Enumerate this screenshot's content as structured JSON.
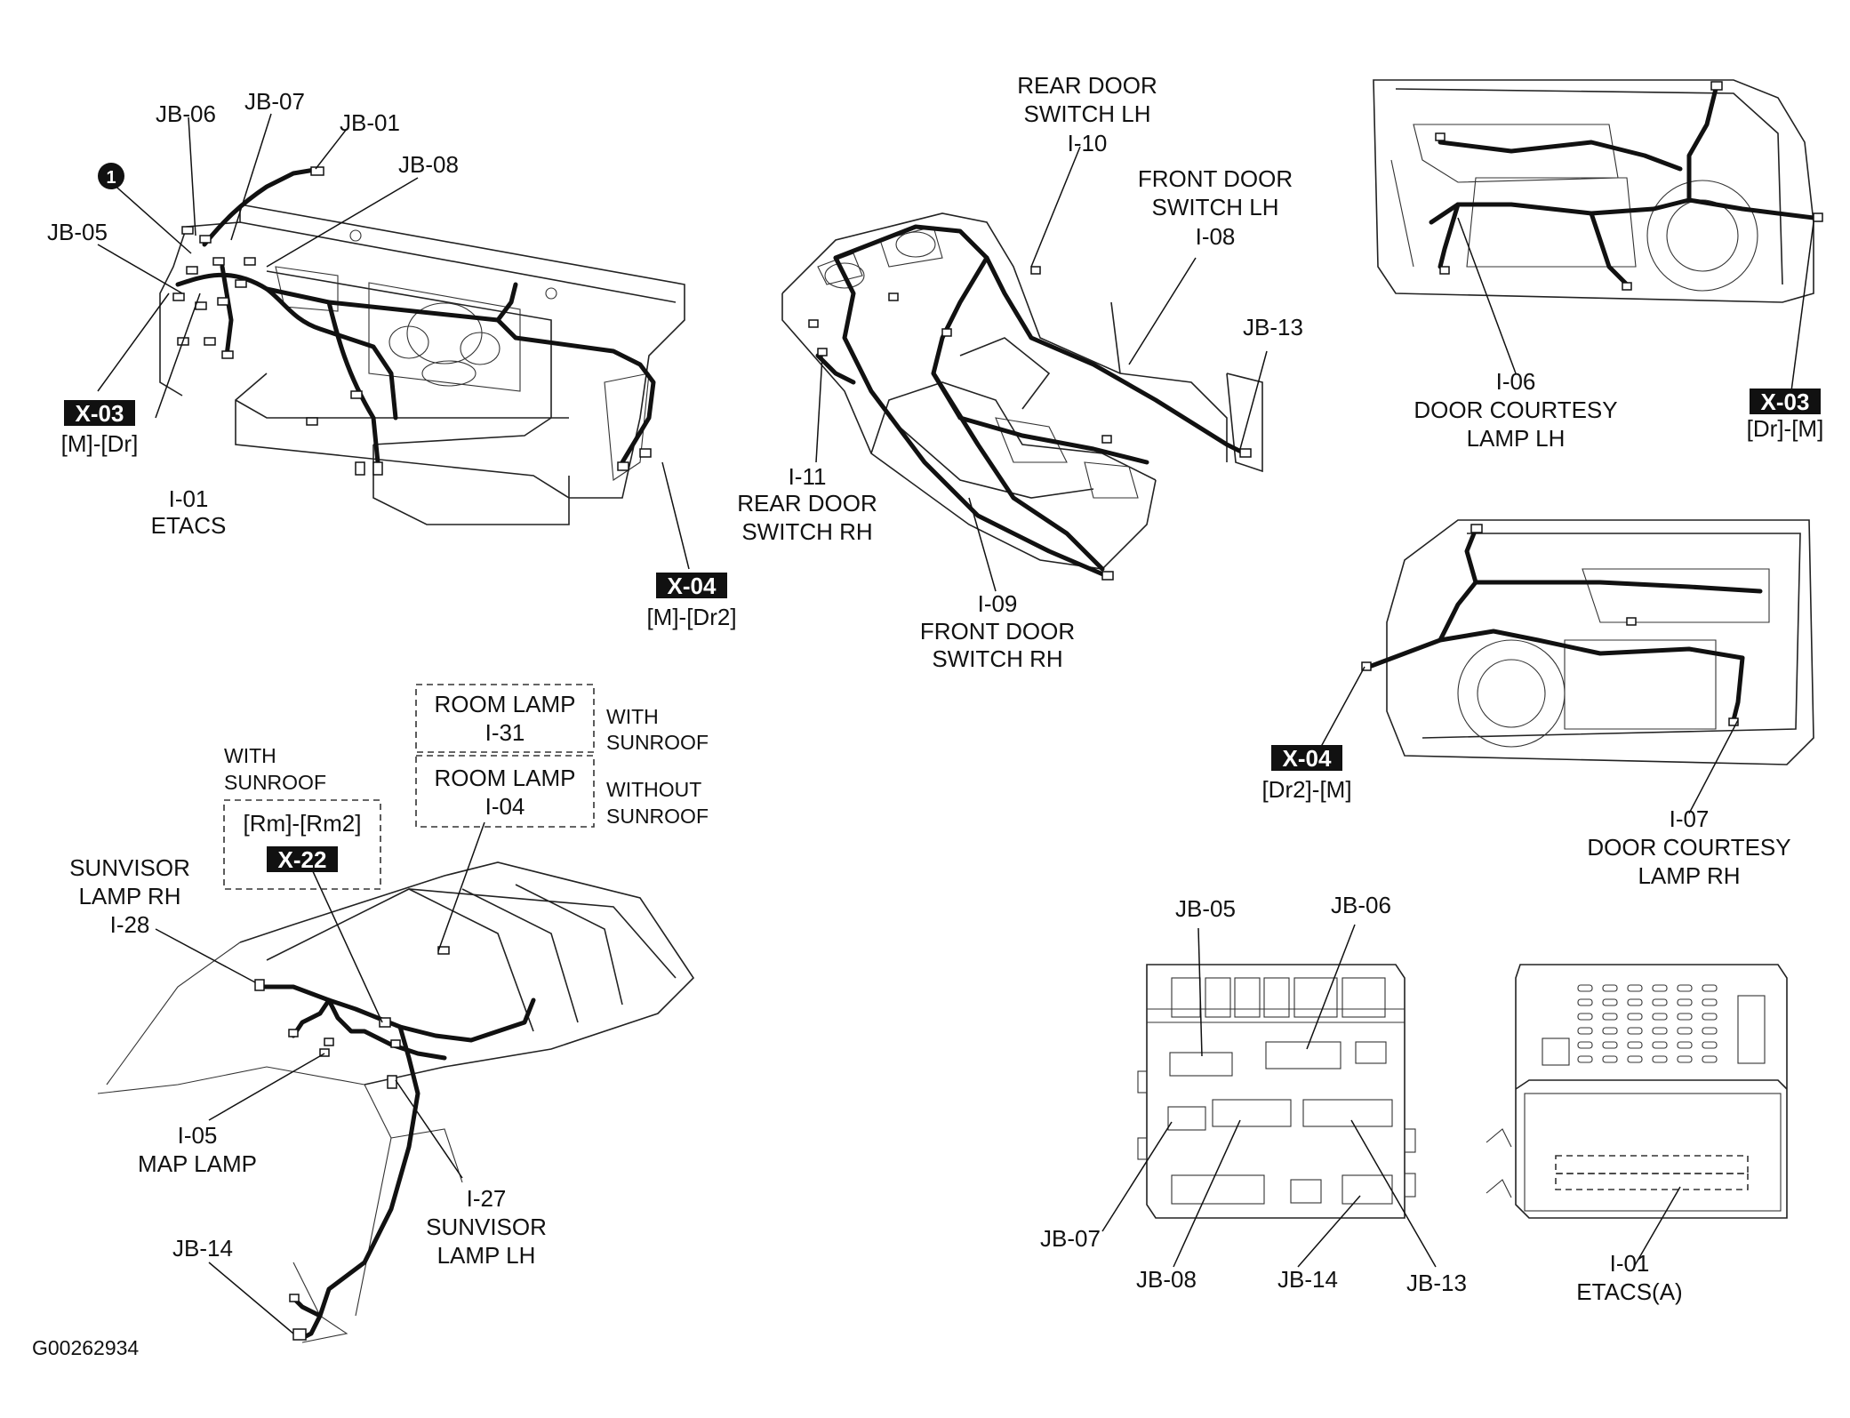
{
  "labels": {
    "jb06_a": "JB-06",
    "jb07_a": "JB-07",
    "jb01": "JB-01",
    "jb08_a": "JB-08",
    "jb05_a": "JB-05",
    "callout_1": "1",
    "x03_a": "X-03",
    "x03_a_sub": "[M]-[Dr]",
    "i01_num": "I-01",
    "i01_name": "ETACS",
    "x04_a": "X-04",
    "x04_a_sub": "[M]-[Dr2]",
    "i10_l1": "REAR DOOR",
    "i10_l2": "SWITCH LH",
    "i10_num": "I-10",
    "i08_l1": "FRONT DOOR",
    "i08_l2": "SWITCH LH",
    "i08_num": "I-08",
    "jb13_a": "JB-13",
    "i11_num": "I-11",
    "i11_l1": "REAR DOOR",
    "i11_l2": "SWITCH RH",
    "i09_num": "I-09",
    "i09_l1": "FRONT DOOR",
    "i09_l2": "SWITCH RH",
    "i06_num": "I-06",
    "i06_l1": "DOOR COURTESY",
    "i06_l2": "LAMP LH",
    "x03_b": "X-03",
    "x03_b_sub": "[Dr]-[M]",
    "x04_b": "X-04",
    "x04_b_sub": "[Dr2]-[M]",
    "i07_num": "I-07",
    "i07_l1": "DOOR COURTESY",
    "i07_l2": "LAMP RH",
    "room31_l1": "ROOM LAMP",
    "room31_num": "I-31",
    "with_sunroof_1": "WITH",
    "with_sunroof_2": "SUNROOF",
    "room04_l1": "ROOM LAMP",
    "room04_num": "I-04",
    "without_sunroof_1": "WITHOUT",
    "without_sunroof_2": "SUNROOF",
    "with_sunroof_b1": "WITH",
    "with_sunroof_b2": "SUNROOF",
    "x22_sub": "[Rm]-[Rm2]",
    "x22": "X-22",
    "i28_l1": "SUNVISOR",
    "i28_l2": "LAMP RH",
    "i28_num": "I-28",
    "i05_num": "I-05",
    "i05_name": "MAP LAMP",
    "i27_num": "I-27",
    "i27_l1": "SUNVISOR",
    "i27_l2": "LAMP LH",
    "jb14_a": "JB-14",
    "jb05_b": "JB-05",
    "jb06_b": "JB-06",
    "jb07_b": "JB-07",
    "jb08_b": "JB-08",
    "jb14_b": "JB-14",
    "jb13_b": "JB-13",
    "i01b_num": "I-01",
    "i01b_name": "ETACS(A)",
    "figure_id": "G00262934"
  }
}
